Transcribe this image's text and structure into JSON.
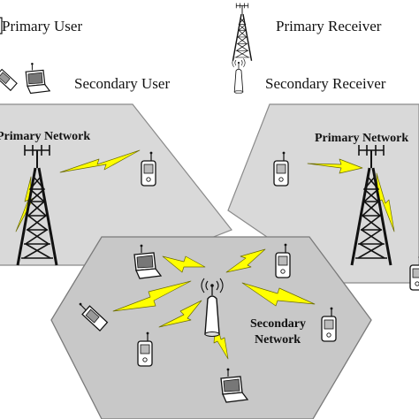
{
  "legend": {
    "primary_user": "Primary User",
    "primary_receiver": "Primary Receiver",
    "secondary_user": "Secondary User",
    "secondary_receiver": "Secondary Receiver"
  },
  "networks": {
    "left_primary": "Primary Network",
    "right_primary": "Primary Network",
    "secondary_line1": "Secondary",
    "secondary_line2": "Network"
  },
  "colors": {
    "region_fill": "#d9d9d9",
    "region_stroke": "#8a8a8a",
    "link": "#ffff00",
    "link_edge": "#6b6b00",
    "tower": "#111111",
    "device_fill": "#ffffff"
  },
  "icons": [
    "tower-icon",
    "phone-icon",
    "laptop-icon",
    "antenna-receiver-icon",
    "lightning-link-icon"
  ]
}
